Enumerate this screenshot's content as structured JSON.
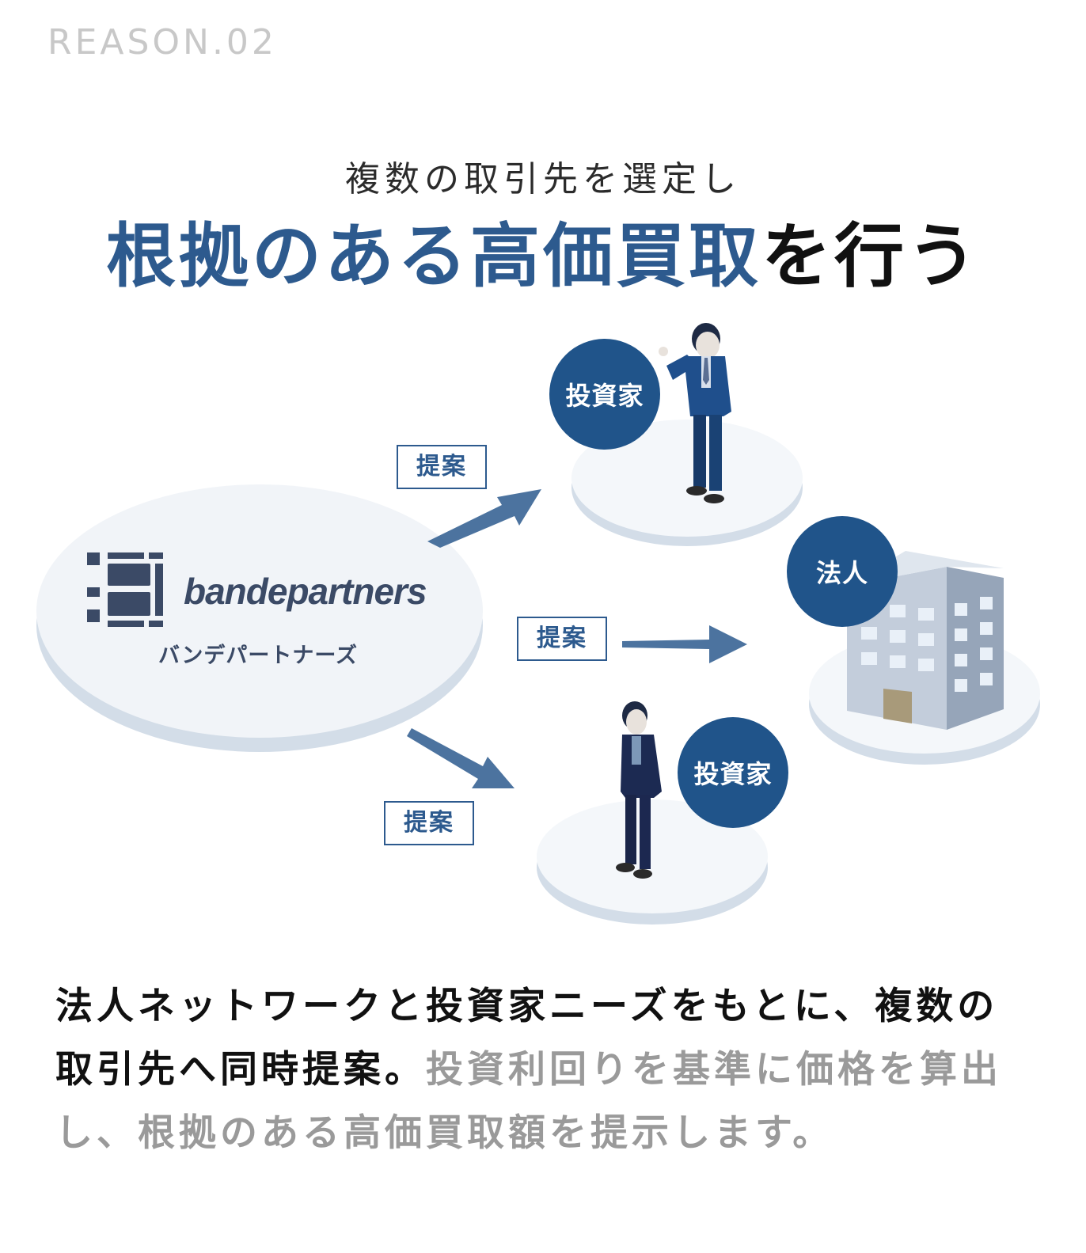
{
  "header": {
    "reason_label": "REASON.02"
  },
  "heading": {
    "subtitle": "複数の取引先を選定し",
    "title_blue": "根拠のある高価買取",
    "title_dark": "を行う"
  },
  "diagram": {
    "company": {
      "logo_text": "bandepartners",
      "kana": "バンデパートナーズ"
    },
    "proposal_label": "提案",
    "proposal_labels": [
      "提案",
      "提案",
      "提案"
    ],
    "nodes": [
      {
        "label": "投資家"
      },
      {
        "label": "法人"
      },
      {
        "label": "投資家"
      }
    ],
    "colors": {
      "brand_blue": "#20548a",
      "title_blue": "#2d5a8e",
      "platform": "#f4f7fa",
      "platform_edge": "#d3dde8"
    }
  },
  "description": {
    "strong": "法人ネットワークと投資家ニーズをもとに、複数の取引先へ同時提案。",
    "normal": "投資利回りを基準に価格を算出し、根拠のある高価買取額を提示します。"
  }
}
